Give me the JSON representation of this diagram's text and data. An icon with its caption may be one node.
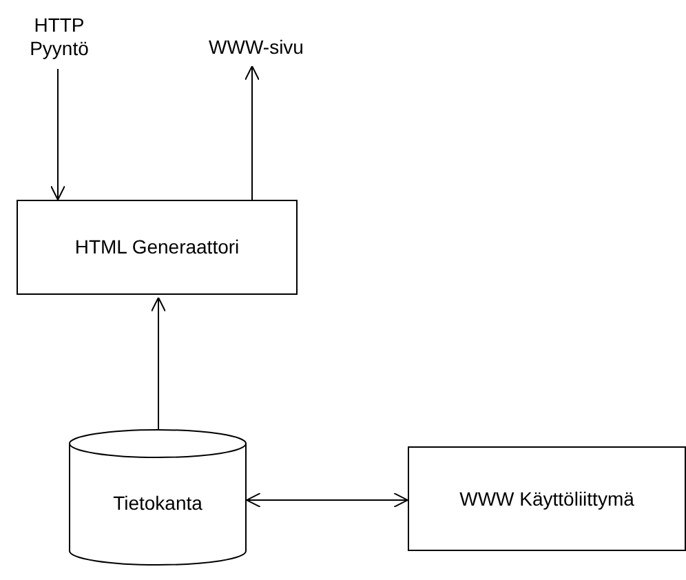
{
  "diagram": {
    "nodes": [
      {
        "text": [
          "HTTP Pyyntö"
        ]
      },
      {
        "text": [
          "WWW-sivu"
        ]
      },
      {
        "text": [
          "HTML Generaattori"
        ]
      },
      {
        "text": [
          "Tietokanta"
        ]
      },
      {
        "text": [
          "WWW Käyttöliittymä"
        ]
      }
    ],
    "edges": [
      {
        "from": 0,
        "to": 2,
        "arrow": "to"
      },
      {
        "from": 2,
        "to": 1,
        "arrow": "to"
      },
      {
        "from": 3,
        "to": 2,
        "arrow": "to"
      },
      {
        "from": 3,
        "to": 4,
        "arrow": "both"
      }
    ]
  }
}
